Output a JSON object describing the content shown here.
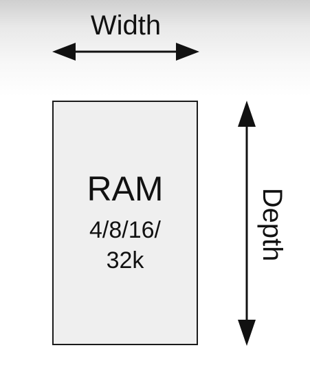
{
  "dimensions": {
    "width_label": "Width",
    "depth_label": "Depth"
  },
  "component": {
    "title": "RAM",
    "size_line_1": "4/8/16/",
    "size_line_2": "32k"
  },
  "colors": {
    "box_fill": "#efefef",
    "outline": "#1a1a1a",
    "text": "#111111",
    "background_top": "#cfcfcf",
    "background_bottom": "#ffffff"
  },
  "icons": {
    "width_arrow": "horizontal-double-arrow",
    "depth_arrow": "vertical-double-arrow"
  }
}
